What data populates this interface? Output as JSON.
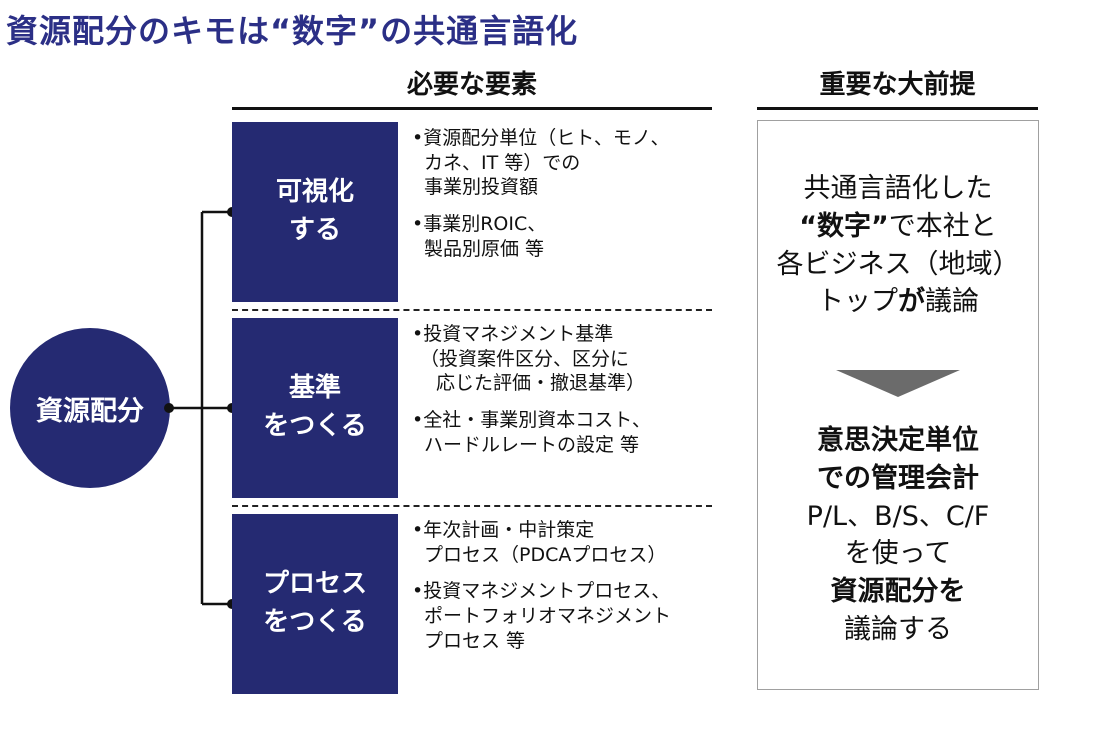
{
  "title": "資源配分のキモは“数字”の共通言語化",
  "headers": {
    "elements": "必要な要素",
    "premise": "重要な大前提"
  },
  "root": {
    "label": "資源配分"
  },
  "rows": [
    {
      "box": [
        "可視化",
        "する"
      ],
      "items": [
        [
          "•資源配分単位（ヒト、モノ、",
          "カネ、IT 等）での",
          "事業別投資額"
        ],
        [
          "•事業別ROIC、",
          "製品別原価 等"
        ]
      ]
    },
    {
      "box": [
        "基準",
        "をつくる"
      ],
      "items": [
        [
          "•投資マネジメント基準",
          "（投資案件区分、区分に",
          "応じた評価・撤退基準）"
        ],
        [
          "•全社・事業別資本コスト、",
          "ハードルレートの設定 等"
        ]
      ]
    },
    {
      "box": [
        "プロセス",
        "をつくる"
      ],
      "items": [
        [
          "•年次計画・中計策定",
          "プロセス（PDCAプロセス）"
        ],
        [
          "•投資マネジメントプロセス、",
          "ポートフォリオマネジメント",
          "プロセス 等"
        ]
      ]
    }
  ],
  "premise": {
    "upper": {
      "line1": "共通言語化した",
      "line2_bold": "“数字”",
      "line2_rest": "で本社と",
      "line3": "各ビジネス（地域）",
      "line4_a": "トップ",
      "line4_bold": "が",
      "line4_b": "議論"
    },
    "lower": {
      "line1": "意思決定単位",
      "line2": "での管理会計",
      "line3": "P/L、B/S、C/F",
      "line4": "を使って",
      "line5": "資源配分を",
      "line6": "議論する"
    }
  },
  "colors": {
    "navy": "#252a72",
    "title": "#2b2f86",
    "arrow": "#6b6b6b"
  }
}
